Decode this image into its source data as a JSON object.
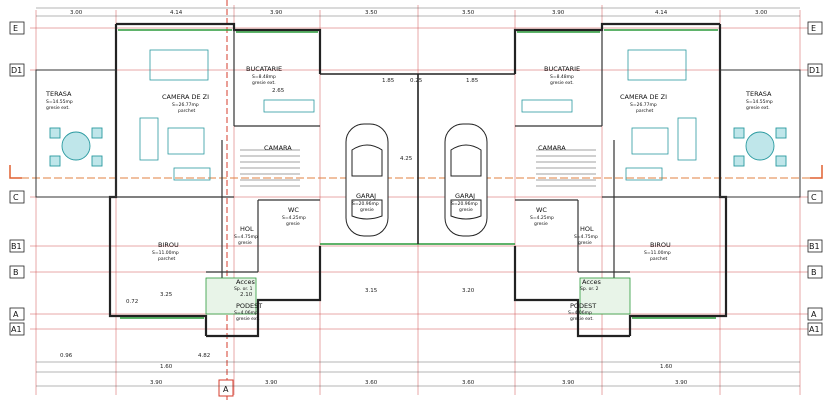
{
  "grid_left": [
    "E",
    "D1",
    "C",
    "B1",
    "B",
    "A",
    "A1"
  ],
  "grid_right": [
    "E",
    "D1",
    "C",
    "B1",
    "B",
    "A",
    "A1"
  ],
  "section_marker": "A",
  "rooms_left": {
    "terasa": {
      "name": "TERASA",
      "area": "S=14.55mp",
      "finish": "gresie ext."
    },
    "camera": {
      "name": "CAMERA DE ZI",
      "area": "S=26.77mp",
      "finish": "parchet"
    },
    "bucatarie": {
      "name": "BUCATARIE",
      "area": "S=8.48mp",
      "finish": "gresie ext."
    },
    "camara": {
      "name": "CAMARA"
    },
    "garaj": {
      "name": "GARAJ",
      "area": "S=20.96mp",
      "finish": "gresie"
    },
    "wc": {
      "name": "WC",
      "area": "S=4.25mp",
      "finish": "gresie"
    },
    "hol": {
      "name": "HOL",
      "area": "S=4.75mp",
      "finish": "gresie"
    },
    "birou": {
      "name": "BIROU",
      "area": "S=11.00mp",
      "finish": "parchet"
    },
    "acces": {
      "name": "Acces",
      "sub": "Sp. or. 1"
    },
    "podest": {
      "name": "PODEST",
      "area": "S=4.06mp",
      "finish": "gresie ext."
    }
  },
  "rooms_right": {
    "terasa": {
      "name": "TERASA",
      "area": "S=14.55mp",
      "finish": "gresie ext."
    },
    "camera": {
      "name": "CAMERA DE ZI",
      "area": "S=26.77mp",
      "finish": "parchet"
    },
    "bucatarie": {
      "name": "BUCATARIE",
      "area": "S=8.48mp",
      "finish": "gresie ext."
    },
    "camara": {
      "name": "CAMARA"
    },
    "garaj": {
      "name": "GARAJ",
      "area": "S=20.96mp",
      "finish": "gresie"
    },
    "wc": {
      "name": "WC",
      "area": "S=4.25mp",
      "finish": "gresie"
    },
    "hol": {
      "name": "HOL",
      "area": "S=4.75mp",
      "finish": "gresie"
    },
    "birou": {
      "name": "BIROU",
      "area": "S=11.00mp",
      "finish": "parchet"
    },
    "acces": {
      "name": "Acces",
      "sub": "Sp. or. 2"
    },
    "podest": {
      "name": "PODEST",
      "area": "S=4.06mp",
      "finish": "gresie ext."
    }
  },
  "dims": {
    "top": [
      "3.00",
      "4.14",
      "3.90",
      "3.50",
      "3.50",
      "3.90",
      "4.14",
      "3.00"
    ],
    "bottom": [
      "3.90",
      "3.90",
      "3.60",
      "3.60",
      "3.90",
      "3.90"
    ],
    "misc": [
      "2.65",
      "1.85",
      "0.25",
      "3.15",
      "1.85",
      "4.25",
      "0.72",
      "3.25",
      "3.20",
      "0.96",
      "2.10",
      "4.82",
      "1.60",
      "1.60"
    ]
  }
}
